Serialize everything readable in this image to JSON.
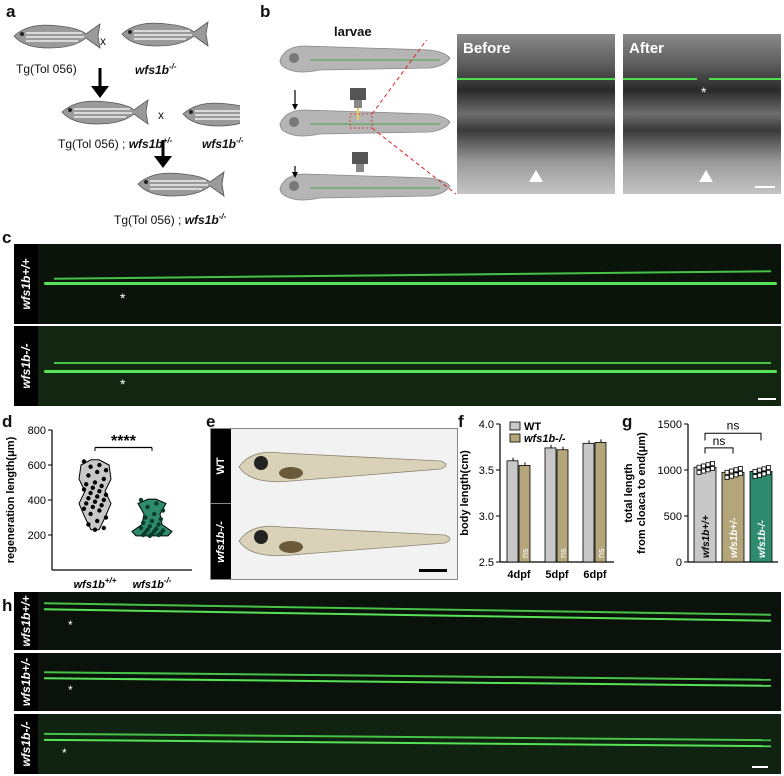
{
  "panels": {
    "a": {
      "label": "a",
      "parent1": "Tg(Tol 056)",
      "x1": "x",
      "parent2": "wfs1b",
      "parent2_sup": "-/-",
      "gen2_pre": "Tg(Tol 056) ; ",
      "gen2_gene": "wfs1b",
      "gen2_sup": "+/-",
      "x2": "x",
      "parent3": "wfs1b",
      "parent3_sup": "-/-",
      "gen3_pre": "Tg(Tol 056) ; ",
      "gen3_gene": "wfs1b",
      "gen3_sup": "-/-"
    },
    "b": {
      "label": "b",
      "larvae": "larvae",
      "before": "Before",
      "after": "After",
      "asterisk": "*"
    },
    "c": {
      "label": "c",
      "row1_label": "wfs1b+/+",
      "row2_label": "wfs1b-/-",
      "asterisk": "*"
    },
    "d": {
      "label": "d",
      "ylabel": "regeneration length(μm)",
      "stars": "****",
      "yticks": [
        "200",
        "400",
        "600",
        "800"
      ],
      "x1": "wfs1b",
      "x1_sup": "+/+",
      "x2": "wfs1b",
      "x2_sup": "-/-"
    },
    "e": {
      "label": "e",
      "row1": "WT",
      "row2": "wfs1b-/-"
    },
    "f": {
      "label": "f",
      "ylabel": "body length(cm)",
      "legend_wt": "WT",
      "legend_mut": "wfs1b-/-",
      "yticks": [
        "2.5",
        "3.0",
        "3.5",
        "4.0"
      ],
      "ns": "ns"
    },
    "g": {
      "label": "g",
      "ylabel1": "total length",
      "ylabel2": "from cloaca to end(μm)",
      "ns": "ns",
      "yticks": [
        "0",
        "500",
        "1000",
        "1500"
      ],
      "xlabels": [
        "wfs1b+/+",
        "wfs1b+/-",
        "wfs1b-/-"
      ]
    },
    "h": {
      "label": "h",
      "row1": "wfs1b+/+",
      "row2": "wfs1b+/-",
      "row3": "wfs1b-/-",
      "asterisk": "*"
    }
  },
  "chart_data": [
    {
      "type": "violin",
      "panel": "d",
      "ylabel": "regeneration length(μm)",
      "ylim": [
        0,
        800
      ],
      "categories": [
        "wfs1b+/+",
        "wfs1b-/-"
      ],
      "series": [
        {
          "values": [
            620,
            600,
            590,
            570,
            560,
            540,
            520,
            500,
            490,
            480,
            470,
            460,
            450,
            440,
            430,
            420,
            410,
            400,
            390,
            380,
            370,
            360,
            350,
            340,
            320,
            300,
            280,
            260,
            240,
            230
          ]
        },
        {
          "values": [
            400,
            380,
            360,
            340,
            320,
            300,
            290,
            280,
            270,
            260,
            250,
            240,
            235,
            230,
            225,
            220,
            215,
            210,
            205,
            200,
            200,
            195
          ]
        }
      ],
      "significance": "****",
      "colors": {
        "wt": "#c8c8c8",
        "mut": "#2e8b6e"
      }
    },
    {
      "type": "bar",
      "panel": "f",
      "ylabel": "body length(cm)",
      "ylim": [
        2.5,
        4.0
      ],
      "categories": [
        "4dpf",
        "5dpf",
        "6dpf"
      ],
      "series": [
        {
          "name": "WT",
          "values": [
            3.6,
            3.74,
            3.79
          ],
          "color": "#c8c8c8"
        },
        {
          "name": "wfs1b-/-",
          "values": [
            3.55,
            3.72,
            3.8
          ],
          "color": "#b5a57a"
        }
      ],
      "annotation": "ns"
    },
    {
      "type": "bar",
      "panel": "g",
      "ylabel": "total length from cloaca to end(μm)",
      "ylim": [
        0,
        1500
      ],
      "categories": [
        "wfs1b+/+",
        "wfs1b+/-",
        "wfs1b-/-"
      ],
      "values": [
        1030,
        975,
        985
      ],
      "colors": [
        "#c8c8c8",
        "#b5a57a",
        "#2e8b6e"
      ],
      "significance": [
        "ns",
        "ns"
      ]
    }
  ]
}
